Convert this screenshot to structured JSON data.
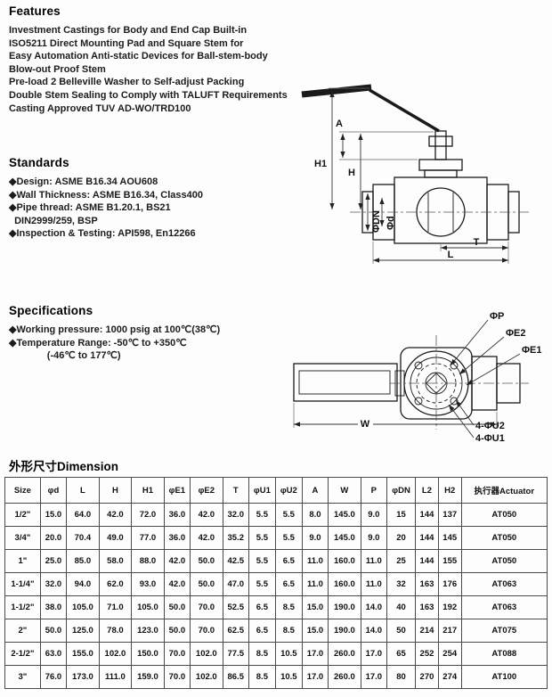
{
  "features": {
    "heading": "Features",
    "lines": [
      "Investment Castings for Body and End Cap Built-in",
      "ISO5211 Direct Mounting Pad and Square Stem for",
      "Easy Automation Anti-static Devices for Ball-stem-body",
      "Blow-out Proof Stem",
      "Pre-load 2 Belleville Washer to Self-adjust Packing",
      "Double Stem Sealing to Comply with TALUFT Requirements",
      "Casting Approved TUV AD-WO/TRD100"
    ]
  },
  "standards": {
    "heading": "Standards",
    "lines": [
      "◆Design: ASME B16.34 AOU608",
      "◆Wall Thickness: ASME B16.34, Class400",
      "◆Pipe thread: ASME B1.20.1, BS21",
      "  DIN2999/259, BSP",
      "◆Inspection & Testing: API598, En12266"
    ]
  },
  "specifications": {
    "heading": "Specifications",
    "lines": [
      "◆Working pressure: 1000 psig at 100℃(38℃)",
      "◆Temperature Range: -50℃ to +350℃",
      "              (-46℃ to 177℃)"
    ]
  },
  "drawing1": {
    "labels": {
      "a": "A",
      "h1": "H1",
      "h": "H",
      "dn": "ΦDN",
      "d": "Φd",
      "l": "L",
      "t": "T"
    }
  },
  "drawing2": {
    "labels": {
      "p": "ΦP",
      "e2": "ΦE2",
      "e1": "ΦE1",
      "u2": "4-ΦU2",
      "u1": "4-ΦU1",
      "w": "W"
    }
  },
  "dimension_table": {
    "heading": "外形尺寸Dimension",
    "columns": [
      "Size",
      "φd",
      "L",
      "H",
      "H1",
      "φE1",
      "φE2",
      "T",
      "φU1",
      "φU2",
      "A",
      "W",
      "P",
      "φDN",
      "L2",
      "H2",
      "执行器Actuator"
    ],
    "rows": [
      [
        "1/2\"",
        "15.0",
        "64.0",
        "42.0",
        "72.0",
        "36.0",
        "42.0",
        "32.0",
        "5.5",
        "5.5",
        "8.0",
        "145.0",
        "9.0",
        "15",
        "144",
        "137",
        "AT050"
      ],
      [
        "3/4\"",
        "20.0",
        "70.4",
        "49.0",
        "77.0",
        "36.0",
        "42.0",
        "35.2",
        "5.5",
        "5.5",
        "9.0",
        "145.0",
        "9.0",
        "20",
        "144",
        "145",
        "AT050"
      ],
      [
        "1\"",
        "25.0",
        "85.0",
        "58.0",
        "88.0",
        "42.0",
        "50.0",
        "42.5",
        "5.5",
        "6.5",
        "11.0",
        "160.0",
        "11.0",
        "25",
        "144",
        "155",
        "AT050"
      ],
      [
        "1-1/4\"",
        "32.0",
        "94.0",
        "62.0",
        "93.0",
        "42.0",
        "50.0",
        "47.0",
        "5.5",
        "6.5",
        "11.0",
        "160.0",
        "11.0",
        "32",
        "163",
        "176",
        "AT063"
      ],
      [
        "1-1/2\"",
        "38.0",
        "105.0",
        "71.0",
        "105.0",
        "50.0",
        "70.0",
        "52.5",
        "6.5",
        "8.5",
        "15.0",
        "190.0",
        "14.0",
        "40",
        "163",
        "192",
        "AT063"
      ],
      [
        "2\"",
        "50.0",
        "125.0",
        "78.0",
        "123.0",
        "50.0",
        "70.0",
        "62.5",
        "6.5",
        "8.5",
        "15.0",
        "190.0",
        "14.0",
        "50",
        "214",
        "217",
        "AT075"
      ],
      [
        "2-1/2\"",
        "63.0",
        "155.0",
        "102.0",
        "150.0",
        "70.0",
        "102.0",
        "77.5",
        "8.5",
        "10.5",
        "17.0",
        "260.0",
        "17.0",
        "65",
        "252",
        "254",
        "AT088"
      ],
      [
        "3\"",
        "76.0",
        "173.0",
        "111.0",
        "159.0",
        "70.0",
        "102.0",
        "86.5",
        "8.5",
        "10.5",
        "17.0",
        "260.0",
        "17.0",
        "80",
        "270",
        "274",
        "AT100"
      ]
    ]
  }
}
